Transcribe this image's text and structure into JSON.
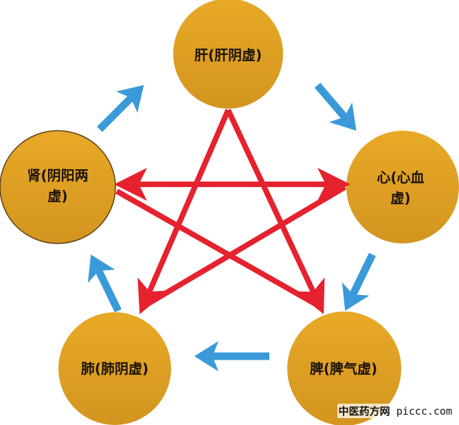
{
  "colors": {
    "node_fill": "#E6A727",
    "node_fill_dark": "#D4951F",
    "restraint_arrow": "#E5222E",
    "generation_arrow": "#3A9AD9"
  },
  "nodes": {
    "liver": "肝(肝阴虚)",
    "heart": "心(心血虚)",
    "kidney_line1": "肾(阴阳两",
    "kidney_line2": "虚)",
    "lung": "肺(肺阴虚)",
    "spleen": "脾(脾气虚)"
  },
  "watermark": {
    "cn": "中医药方网",
    "site": "piccc.com"
  }
}
